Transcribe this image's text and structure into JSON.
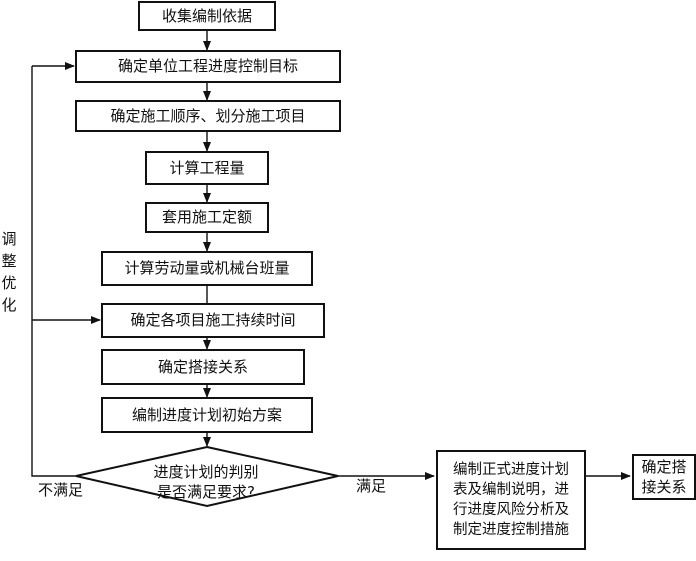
{
  "steps": [
    "收集编制依据",
    "确定单位工程进度控制目标",
    "确定施工顺序、划分施工项目",
    "计算工程量",
    "套用施工定额",
    "计算劳动量或机械台班量",
    "确定各项目施工持续时间",
    "确定搭接关系",
    "编制进度计划初始方案"
  ],
  "decision": "进度计划的判别\n是否满足要求?",
  "result_box": "编制正式进度计划\n表及编制说明，进\n行进度风险分析及\n制定进度控制措施",
  "final_box": "确定搭\n接关系",
  "labels": {
    "not_satisfied": "不满足",
    "satisfied": "满足",
    "adjust": "调\n整\n优\n化"
  }
}
